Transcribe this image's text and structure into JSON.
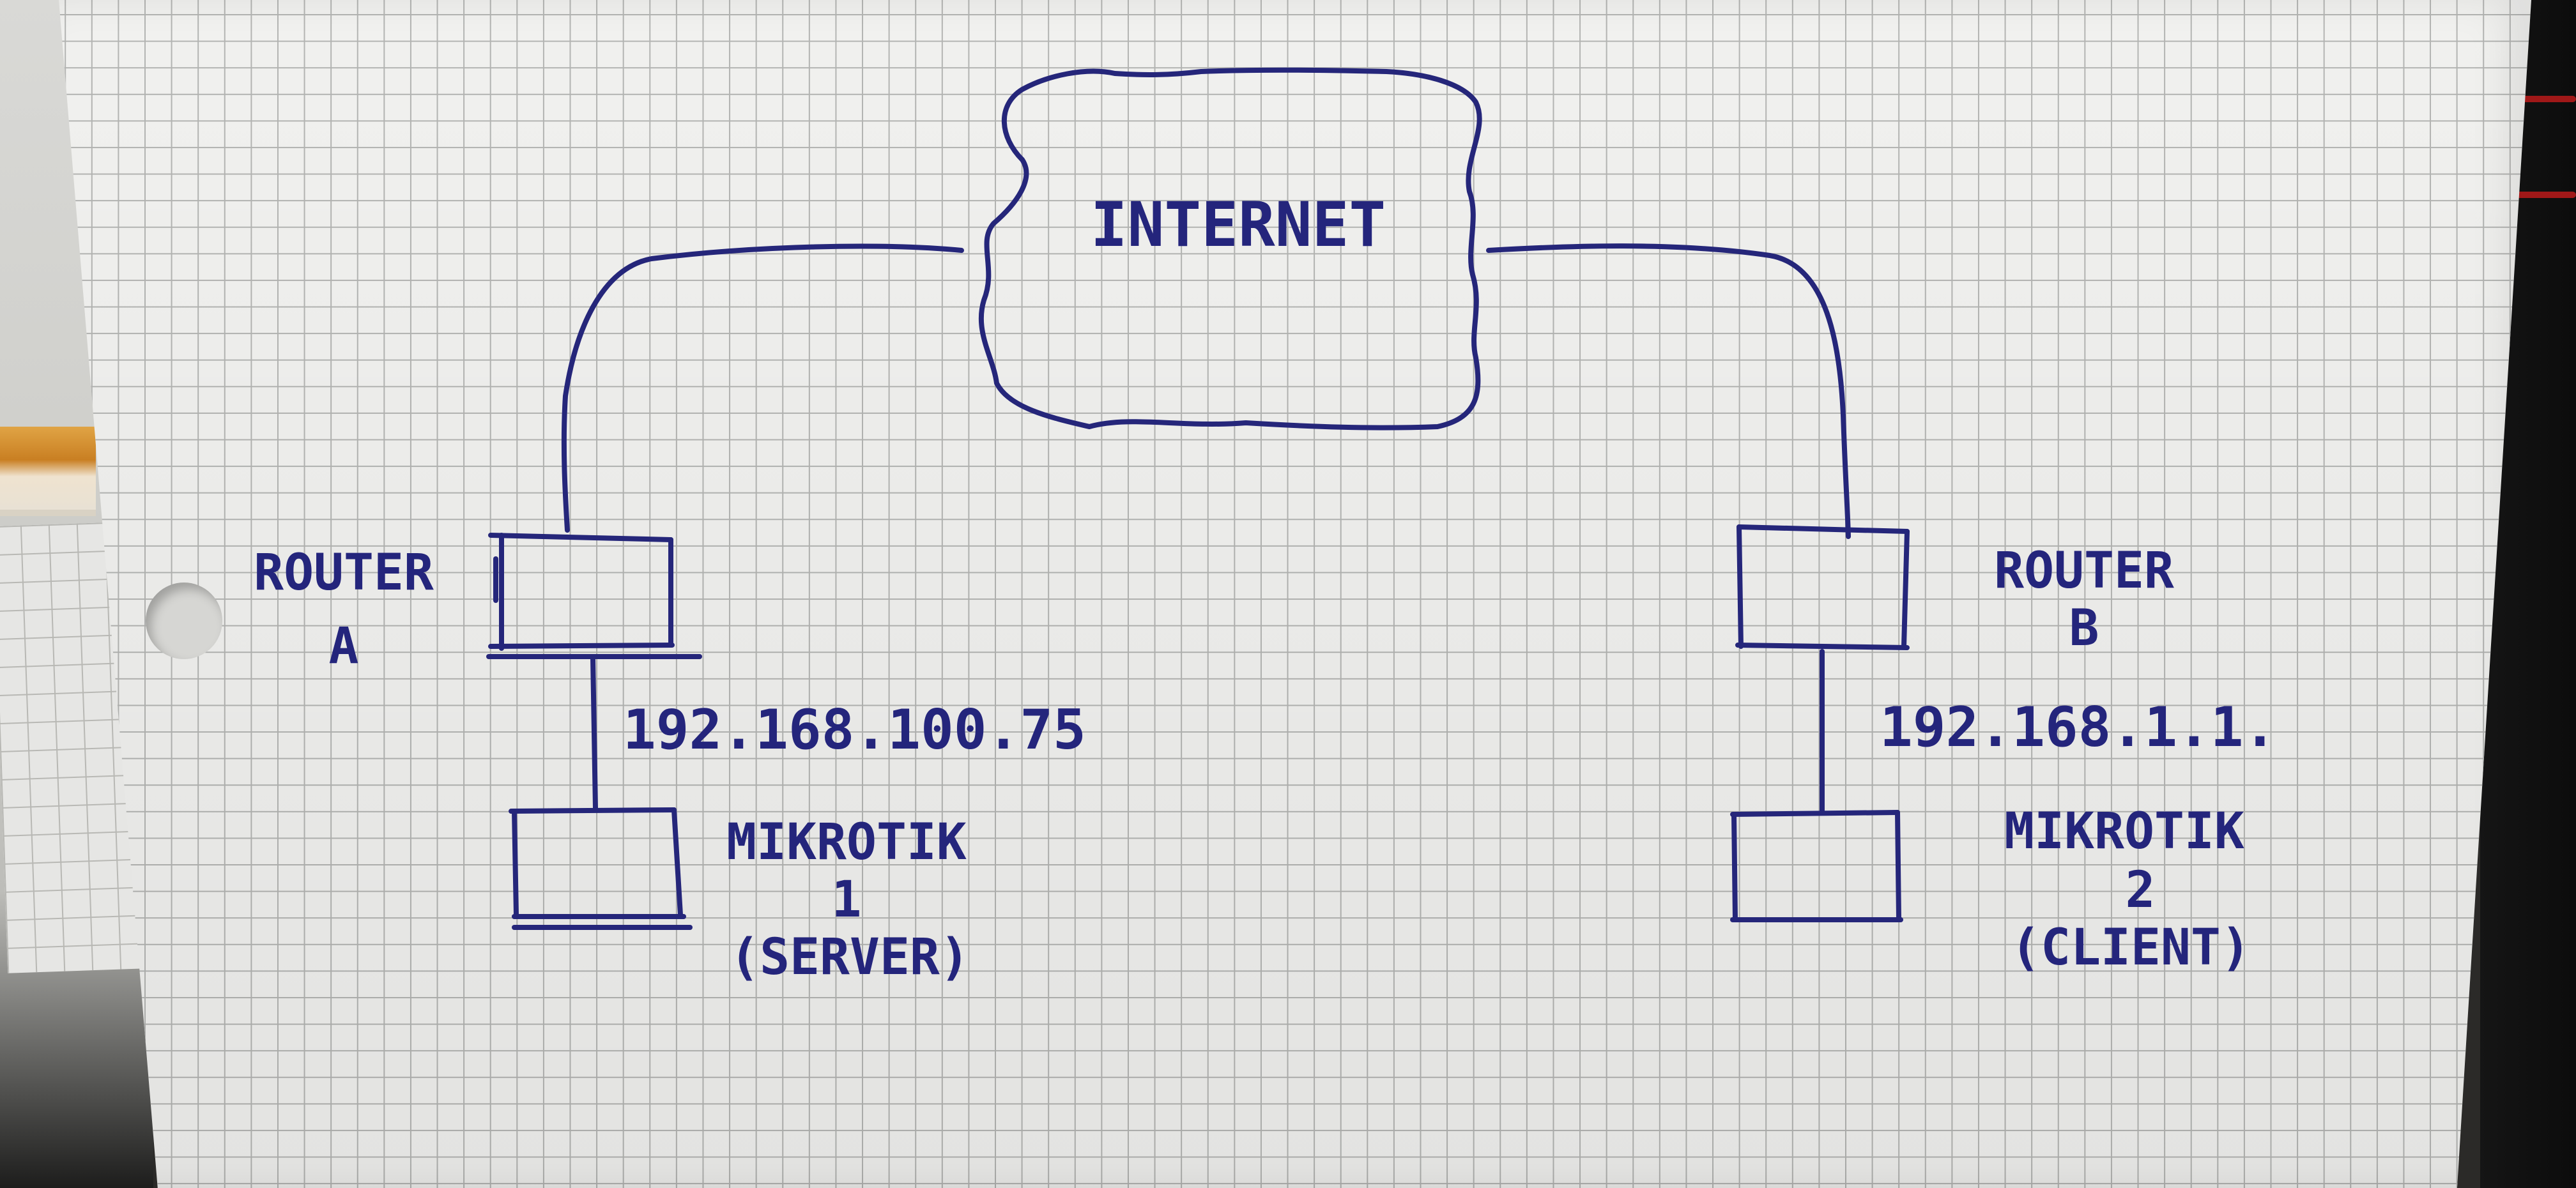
{
  "colors": {
    "ink": "#25267a",
    "paper": "#f1f1ef",
    "grid": "#b3b4b2"
  },
  "diagram": {
    "cloud_label": "INTERNET",
    "router_a": {
      "line1": "ROUTER",
      "line2": "A",
      "ip": "192.168.100.75"
    },
    "router_b": {
      "line1": "ROUTER",
      "line2": "B",
      "ip": "192.168.1.1."
    },
    "mikrotik_1": {
      "line1": "MIKROTIK",
      "line2": "1",
      "line3": "(SERVER)"
    },
    "mikrotik_2": {
      "line1": "MIKROTIK",
      "line2": "2",
      "line3": "(CLIENT)"
    }
  }
}
